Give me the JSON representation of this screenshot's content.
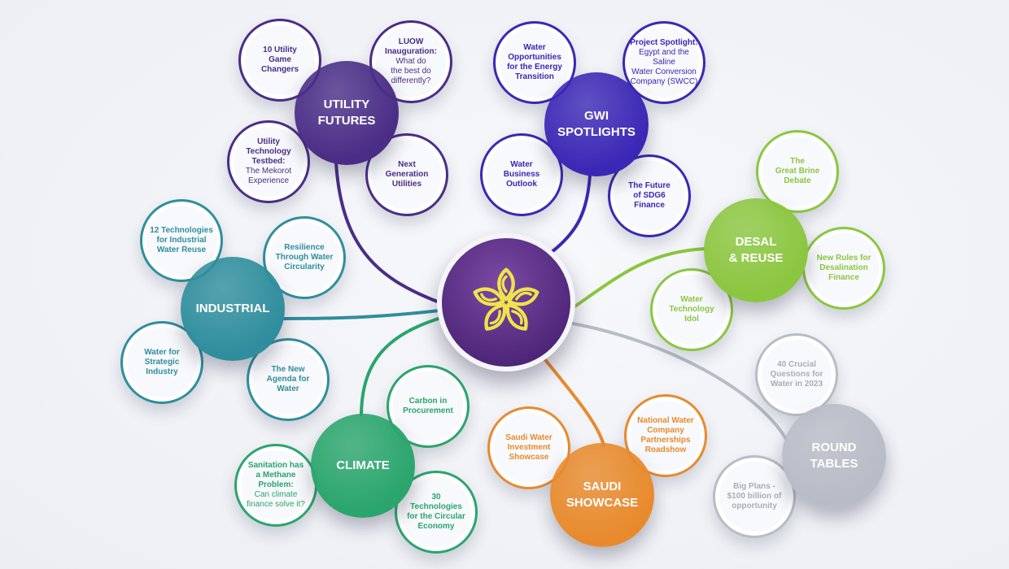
{
  "hub": {
    "logo_icon": "flower-knot-logo",
    "logo_color": "#f0e34a",
    "bg": "#5c2f8a"
  },
  "categories": [
    {
      "key": "utility",
      "label_1": "UTILITY",
      "label_2": "FUTURES",
      "color": "#4a2d86"
    },
    {
      "key": "gwi",
      "label_1": "GWI",
      "label_2": "SPOTLIGHTS",
      "color": "#3b27b5"
    },
    {
      "key": "desal",
      "label_1": "DESAL",
      "label_2": "& REUSE",
      "color": "#8bc63f"
    },
    {
      "key": "industrial",
      "label_1": "INDUSTRIAL",
      "label_2": "",
      "color": "#2f8e9d"
    },
    {
      "key": "climate",
      "label_1": "CLIMATE",
      "label_2": "",
      "color": "#2aa56c"
    },
    {
      "key": "saudi",
      "label_1": "SAUDI",
      "label_2": "SHOWCASE",
      "color": "#e88a2c"
    },
    {
      "key": "round",
      "label_1": "ROUND",
      "label_2": "TABLES",
      "color": "#b8bcc6"
    }
  ],
  "topics": {
    "utility": [
      {
        "lines": [
          "10 Utility",
          "Game",
          "Changers"
        ]
      },
      {
        "bold": [
          "LUOW",
          "Inauguration:"
        ],
        "light": [
          "What do",
          "the best do",
          "differently?"
        ]
      },
      {
        "bold": [
          "Utility Technology",
          "Testbed:"
        ],
        "light": [
          "The Mekorot",
          "Experience"
        ]
      },
      {
        "lines": [
          "Next",
          "Generation",
          "Utilities"
        ]
      }
    ],
    "gwi": [
      {
        "lines": [
          "Water",
          "Opportunities",
          "for the Energy",
          "Transition"
        ]
      },
      {
        "bold": [
          "Project Spotlight:"
        ],
        "light": [
          "Egypt and the Saline",
          "Water Conversion",
          "Company (SWCC)"
        ]
      },
      {
        "lines": [
          "Water",
          "Business",
          "Outlook"
        ]
      },
      {
        "lines": [
          "The Future",
          "of SDG6",
          "Finance"
        ]
      }
    ],
    "desal": [
      {
        "lines": [
          "The",
          "Great Brine",
          "Debate"
        ]
      },
      {
        "lines": [
          "New Rules for",
          "Desalination",
          "Finance"
        ]
      },
      {
        "lines": [
          "Water",
          "Technology",
          "Idol"
        ]
      }
    ],
    "industrial": [
      {
        "lines": [
          "12 Technologies",
          "for Industrial",
          "Water Reuse"
        ]
      },
      {
        "lines": [
          "Resilience",
          "Through Water",
          "Circularity"
        ]
      },
      {
        "lines": [
          "Water for",
          "Strategic",
          "Industry"
        ]
      },
      {
        "lines": [
          "The New",
          "Agenda for",
          "Water"
        ]
      }
    ],
    "climate": [
      {
        "lines": [
          "Carbon in",
          "Procurement"
        ]
      },
      {
        "bold": [
          "Sanitation has",
          "a Methane",
          "Problem:"
        ],
        "light": [
          "Can climate",
          "finance solve it?"
        ]
      },
      {
        "lines": [
          "30",
          "Technologies",
          "for the Circular",
          "Economy"
        ]
      }
    ],
    "saudi": [
      {
        "lines": [
          "Saudi Water",
          "Investment",
          "Showcase"
        ]
      },
      {
        "lines": [
          "National Water",
          "Company",
          "Partnerships",
          "Roadshow"
        ]
      }
    ],
    "round": [
      {
        "lines": [
          "40 Crucial",
          "Questions for",
          "Water in 2023"
        ]
      },
      {
        "lines": [
          "Big Plans -",
          "$100 billion of",
          "opportunity"
        ]
      }
    ]
  }
}
